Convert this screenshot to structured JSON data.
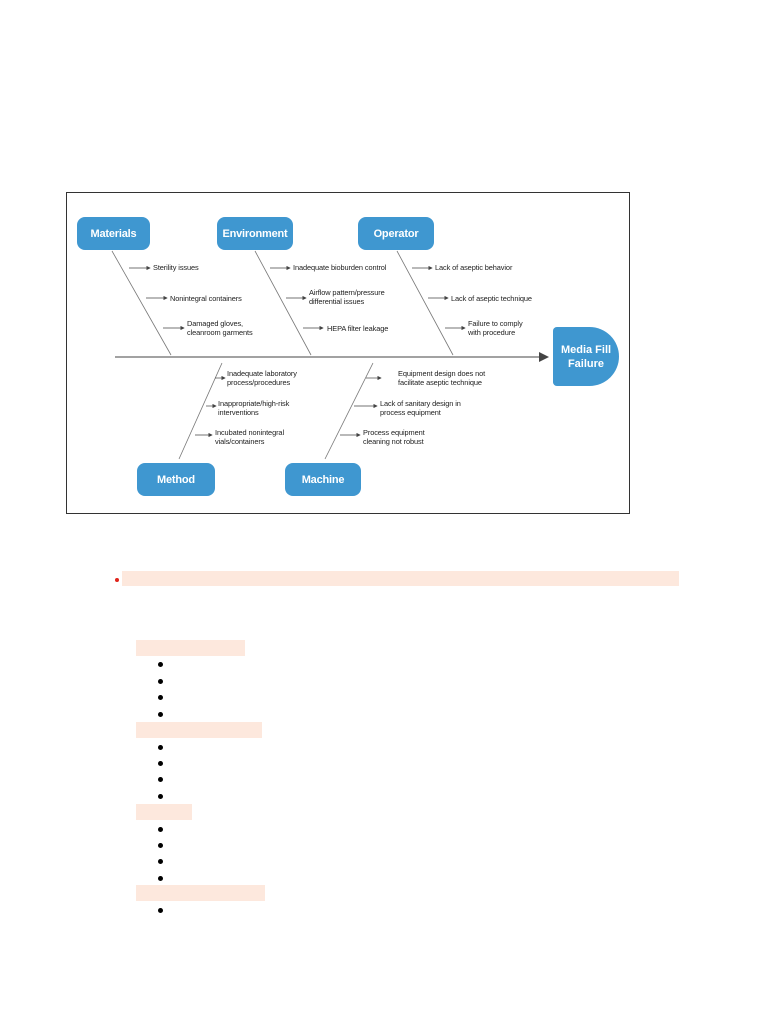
{
  "diagram": {
    "head": "Media Fill\nFailure",
    "categories": {
      "materials": "Materials",
      "environment": "Environment",
      "operator": "Operator",
      "method": "Method",
      "machine": "Machine"
    },
    "causes": {
      "materials": [
        "Sterility issues",
        "Nonintegral containers",
        "Damaged gloves,\ncleanroom garments"
      ],
      "environment": [
        "Inadequate bioburden control",
        "Airflow pattern/pressure\ndifferential issues",
        "HEPA filter leakage"
      ],
      "operator": [
        "Lack of aseptic behavior",
        "Lack of aseptic technique",
        "Failure to comply\nwith procedure"
      ],
      "method": [
        "Inadequate laboratory\nprocess/procedures",
        "Inappropriate/high-risk\ninterventions",
        "Incubated nonintegral\nvials/containers"
      ],
      "machine": [
        "Equipment design does not\nfacilitate aseptic technique",
        "Lack of sanitary design in\nprocess equipment",
        "Process equipment\ncleaning not robust"
      ]
    }
  },
  "colors": {
    "box": "#3f97d0",
    "highlight": "#fde8dd",
    "marker": "#e0241b"
  }
}
